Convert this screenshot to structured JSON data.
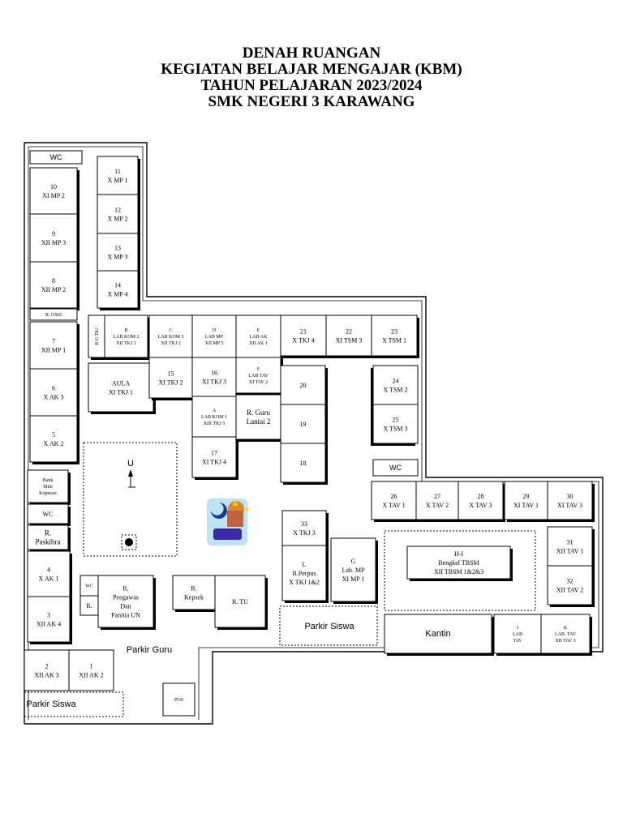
{
  "header": {
    "line1": "DENAH RUANGAN",
    "line2": "KEGIATAN BELAJAR MENGAJAR (KBM)",
    "line3": "TAHUN PELAJARAN 2023/2024",
    "line4": "SMK NEGERI 3 KARAWANG"
  },
  "rooms": [
    {
      "id": "wc-top",
      "lines": [
        "WC"
      ]
    },
    {
      "id": "r10",
      "lines": [
        "10",
        "XI MP 2"
      ]
    },
    {
      "id": "r9",
      "lines": [
        "9",
        "XII MP 3"
      ]
    },
    {
      "id": "r8",
      "lines": [
        "8",
        "XII MP 2"
      ]
    },
    {
      "id": "r-osis",
      "lines": [
        "R. OSIS"
      ]
    },
    {
      "id": "r7",
      "lines": [
        "7",
        "XII MP 1"
      ]
    },
    {
      "id": "r6",
      "lines": [
        "6",
        "X AK 3"
      ]
    },
    {
      "id": "r5",
      "lines": [
        "5",
        "X AK 2"
      ]
    },
    {
      "id": "bank-mini",
      "lines": [
        "Bank",
        "Mini",
        "Koperasi"
      ]
    },
    {
      "id": "wc-left",
      "lines": [
        "WC"
      ]
    },
    {
      "id": "r-paskibra",
      "lines": [
        "R.",
        "Paskibra"
      ]
    },
    {
      "id": "r4",
      "lines": [
        "4",
        "X AK 1"
      ]
    },
    {
      "id": "r3",
      "lines": [
        "3",
        "XII AK 4"
      ]
    },
    {
      "id": "r2",
      "lines": [
        "2",
        "XII AK 3"
      ]
    },
    {
      "id": "r1",
      "lines": [
        "1",
        "XII AK 2"
      ]
    },
    {
      "id": "r11",
      "lines": [
        "11",
        "X MP 1"
      ]
    },
    {
      "id": "r12",
      "lines": [
        "12",
        "X MP 2"
      ]
    },
    {
      "id": "r13",
      "lines": [
        "13",
        "X MP 3"
      ]
    },
    {
      "id": "r14",
      "lines": [
        "14",
        "X MP 4"
      ]
    },
    {
      "id": "r-gtkj",
      "lines": [
        "R G TKJ"
      ]
    },
    {
      "id": "lab-b",
      "lines": [
        "B",
        "LAB KOM 2",
        "XII TKJ 1"
      ]
    },
    {
      "id": "lab-c",
      "lines": [
        "C",
        "LAB KOM 3",
        "XII TKJ 2"
      ]
    },
    {
      "id": "lab-d",
      "lines": [
        "D",
        "LAB MP",
        "XII MP 5"
      ]
    },
    {
      "id": "lab-e",
      "lines": [
        "E",
        "LAB AK",
        "XII AK 1"
      ]
    },
    {
      "id": "aula",
      "lines": [
        "AULA",
        "XI TKJ 1"
      ]
    },
    {
      "id": "r15",
      "lines": [
        "15",
        "XI TKJ 2"
      ]
    },
    {
      "id": "r16",
      "lines": [
        "16",
        "XI TKJ 3"
      ]
    },
    {
      "id": "lab-f",
      "lines": [
        "F",
        "LAB TAV",
        "XI TAV 2"
      ]
    },
    {
      "id": "lab-a",
      "lines": [
        "A",
        "LAB KOM 1",
        "XIII TKJ 5"
      ]
    },
    {
      "id": "r-guru",
      "lines": [
        "R. Guru",
        "Lantai 2"
      ]
    },
    {
      "id": "r17",
      "lines": [
        "17",
        "XI TKJ 4"
      ]
    },
    {
      "id": "r21",
      "lines": [
        "21",
        "X TKJ 4"
      ]
    },
    {
      "id": "r22",
      "lines": [
        "22",
        "XI TSM 3"
      ]
    },
    {
      "id": "r23",
      "lines": [
        "23",
        "X TSM 1"
      ]
    },
    {
      "id": "r20",
      "lines": [
        "20"
      ]
    },
    {
      "id": "r19",
      "lines": [
        "19"
      ]
    },
    {
      "id": "r18",
      "lines": [
        "18"
      ]
    },
    {
      "id": "r24",
      "lines": [
        "24",
        "X TSM 2"
      ]
    },
    {
      "id": "r25",
      "lines": [
        "25",
        "X TSM 3"
      ]
    },
    {
      "id": "wc-right",
      "lines": [
        "WC"
      ]
    },
    {
      "id": "r26",
      "lines": [
        "26",
        "X TAV 1"
      ]
    },
    {
      "id": "r27",
      "lines": [
        "27",
        "X TAV 2"
      ]
    },
    {
      "id": "r28",
      "lines": [
        "28",
        "X TAV 3"
      ]
    },
    {
      "id": "r29",
      "lines": [
        "29",
        "XI TAV 1"
      ]
    },
    {
      "id": "r30",
      "lines": [
        "30",
        "XI TAV 3"
      ]
    },
    {
      "id": "r31",
      "lines": [
        "31",
        "XII TAV 1"
      ]
    },
    {
      "id": "r32",
      "lines": [
        "32",
        "XII TAV 2"
      ]
    },
    {
      "id": "r33",
      "lines": [
        "33",
        "X TKJ 3"
      ]
    },
    {
      "id": "perpus",
      "lines": [
        "L",
        "R.Perpus",
        "X TKJ 1&2"
      ]
    },
    {
      "id": "lab-g",
      "lines": [
        "G",
        "Lab. MP",
        "XI MP 1"
      ]
    },
    {
      "id": "bengkel",
      "lines": [
        "H-I",
        "Bengkel TBSM",
        "XII TBSM 1&2&3"
      ]
    },
    {
      "id": "wc-mid",
      "lines": [
        "WC"
      ]
    },
    {
      "id": "r-small",
      "lines": [
        "R."
      ]
    },
    {
      "id": "r-pengawas",
      "lines": [
        "R.",
        "Pengawas",
        "Dan",
        "Panitia UN"
      ]
    },
    {
      "id": "r-kepsek",
      "lines": [
        "R.",
        "Kepsek"
      ]
    },
    {
      "id": "r-tu",
      "lines": [
        "R. TU"
      ]
    },
    {
      "id": "kantin",
      "lines": [
        "Kantin"
      ]
    },
    {
      "id": "lab-j",
      "lines": [
        "J",
        "LAB",
        "TAV"
      ]
    },
    {
      "id": "lab-k",
      "lines": [
        "K",
        "LAB. TAV",
        "XII TAV 3"
      ]
    },
    {
      "id": "pos",
      "lines": [
        "POS"
      ]
    }
  ],
  "areas": {
    "parkir_guru": "Parkir Guru",
    "parkir_siswa_bottom": "Parkir Siswa",
    "parkir_siswa_center": "Parkir Siswa",
    "compass": "U"
  },
  "icons": {
    "mosque": "mosque-icon"
  }
}
